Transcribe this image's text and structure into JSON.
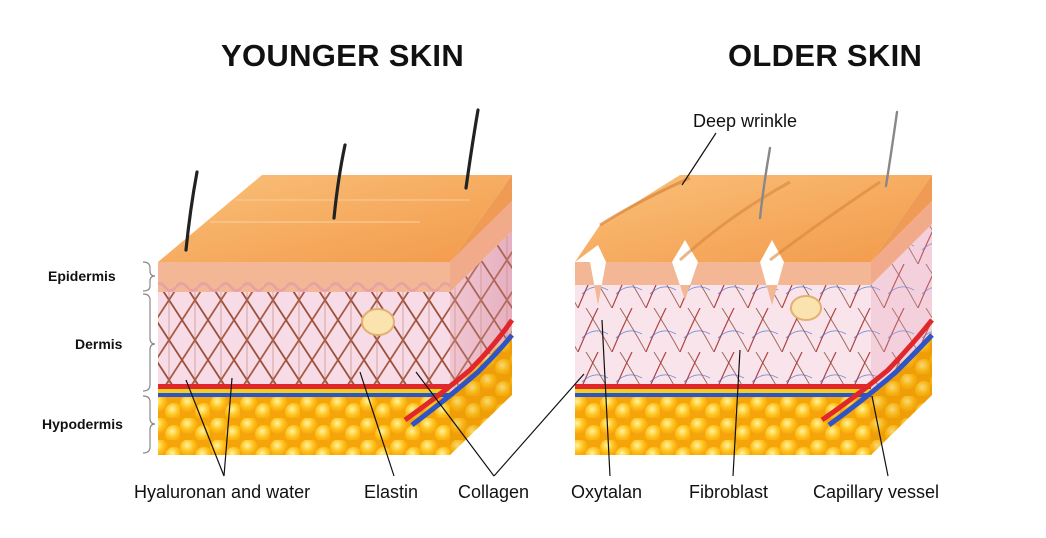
{
  "titles": {
    "younger": "YOUNGER SKIN",
    "older": "OLDER SKIN"
  },
  "layers": {
    "epidermis": "Epidermis",
    "dermis": "Dermis",
    "hypodermis": "Hypodermis"
  },
  "labels": {
    "deep_wrinkle": "Deep wrinkle",
    "hyaluronan": "Hyaluronan and water",
    "elastin": "Elastin",
    "collagen": "Collagen",
    "oxytalan": "Oxytalan",
    "fibroblast": "Fibroblast",
    "capillary": "Capillary vessel"
  },
  "colors": {
    "skin_surface": "#f6a85a",
    "epidermis": "#f4b796",
    "dermis": "#f7dbe6",
    "fat": "#ffc21a",
    "artery": "#e0282c",
    "vein": "#2d55c8",
    "collagen_fiber": "#9a4f3a"
  }
}
